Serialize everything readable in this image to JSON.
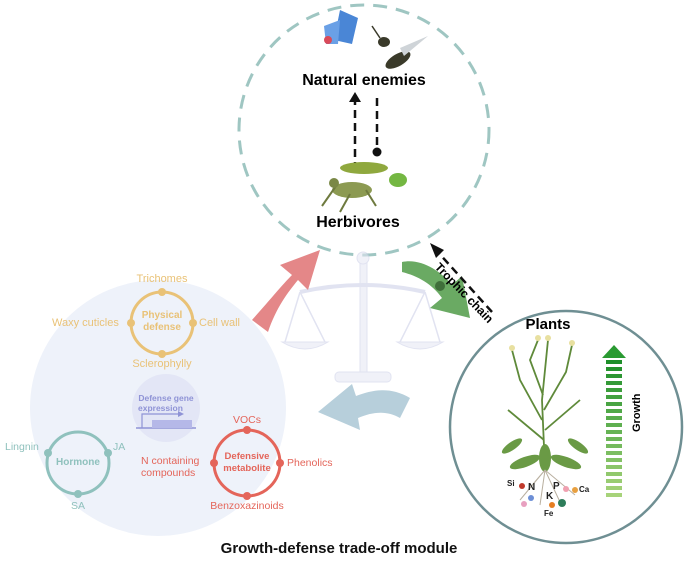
{
  "colors": {
    "dashed_circle": "#9fc6c2",
    "plants_circle": "#6f8f93",
    "defense_bg": "#eef2fa",
    "physical": "#e9c277",
    "hormone": "#8fc1bd",
    "metabolite": "#e4655a",
    "gene": "#8f93d6",
    "arrow_red": "#e48788",
    "arrow_green": "#6aaa63",
    "arrow_blue": "#b7cfdb",
    "growth_green": "#2a9a32"
  },
  "top_module": {
    "natural_enemies": "Natural enemies",
    "herbivores": "Herbivores"
  },
  "trophic_chain": "Trophic chain",
  "plants": {
    "title": "Plants",
    "growth": "Growth",
    "nutrients": {
      "si": "Si",
      "n": "N",
      "p": "P",
      "k": "K",
      "ca": "Ca",
      "fe": "Fe"
    }
  },
  "defense": {
    "physical": {
      "title_line1": "Physical",
      "title_line2": "defense",
      "trichomes": "Trichomes",
      "waxy_cuticles": "Waxy cuticles",
      "cell_wall": "Cell wall",
      "sclerophylly": "Sclerophylly"
    },
    "gene": {
      "line1": "Defense gene",
      "line2": "expression"
    },
    "hormone": {
      "title": "Hormone",
      "lignin": "Lingnin",
      "ja": "JA",
      "sa": "SA"
    },
    "metabolite": {
      "title_line1": "Defensive",
      "title_line2": "metabolite",
      "vocs": "VOCs",
      "n_line1": "N containing",
      "n_line2": "compounds",
      "phenolics": "Phenolics",
      "benzoxazinoids": "Benzoxazinoids"
    }
  },
  "module_title": "Growth-defense trade-off module"
}
